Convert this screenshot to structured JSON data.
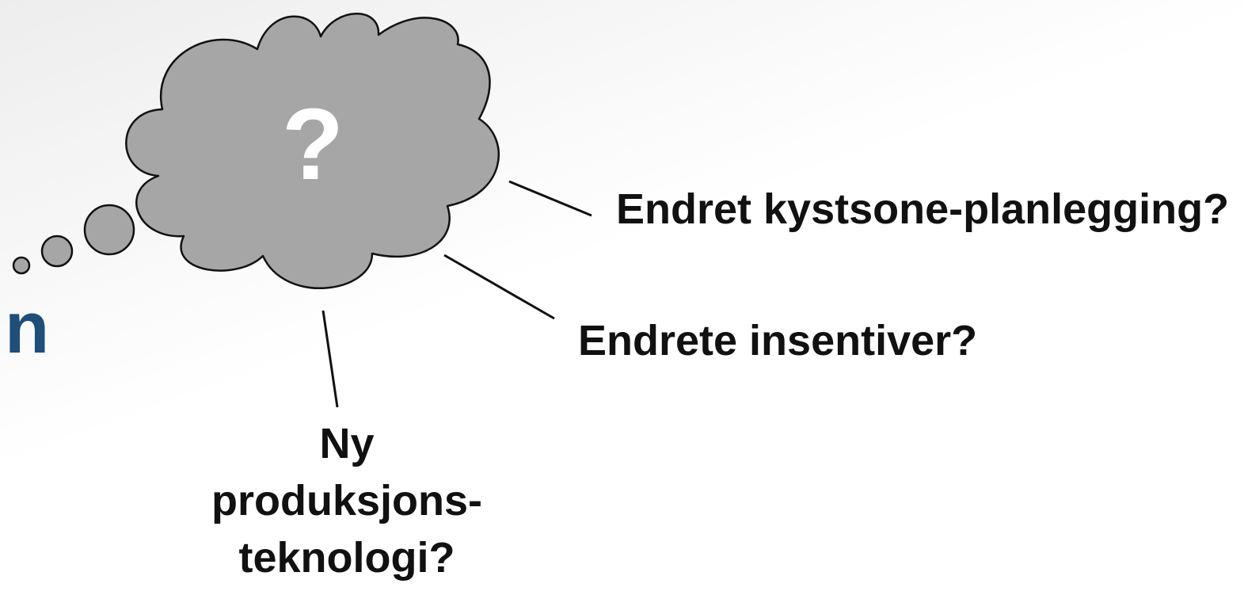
{
  "colors": {
    "cloud_fill": "#a6a6a6",
    "cloud_stroke": "#111111",
    "question_mark": "#ffffff",
    "connector": "#111111",
    "text": "#111111",
    "edge_letter": "#1f4e79"
  },
  "edge_letter": "n",
  "cloud": {
    "question_mark": "?"
  },
  "labels": {
    "kystsone": "Endret kystsone-planlegging?",
    "insentiver": "Endrete insentiver?",
    "teknologi": [
      "Ny",
      "produksjons-",
      "teknologi?"
    ]
  }
}
